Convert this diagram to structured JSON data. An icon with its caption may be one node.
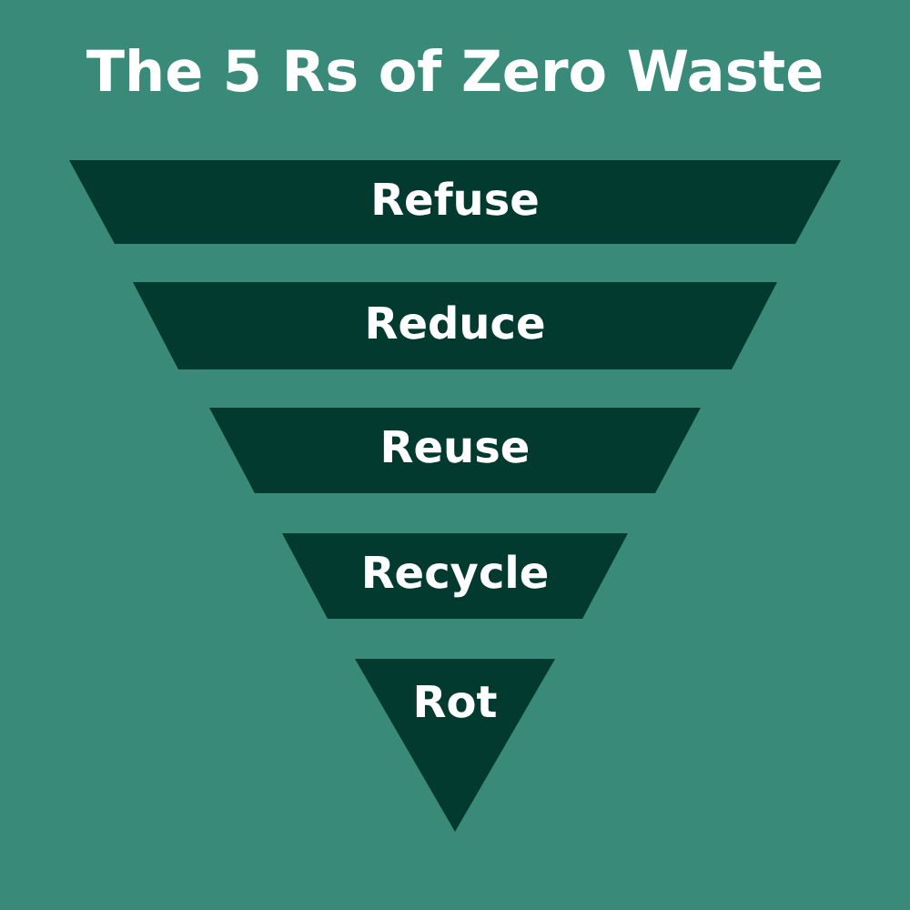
{
  "diagram": {
    "title": "The 5 Rs of Zero Waste",
    "nodes": [
      {
        "text": [
          "Refuse"
        ]
      },
      {
        "text": [
          "Reduce"
        ]
      },
      {
        "text": [
          "Reuse"
        ]
      },
      {
        "text": [
          "Recycle"
        ]
      },
      {
        "text": [
          "Rot"
        ]
      }
    ]
  }
}
